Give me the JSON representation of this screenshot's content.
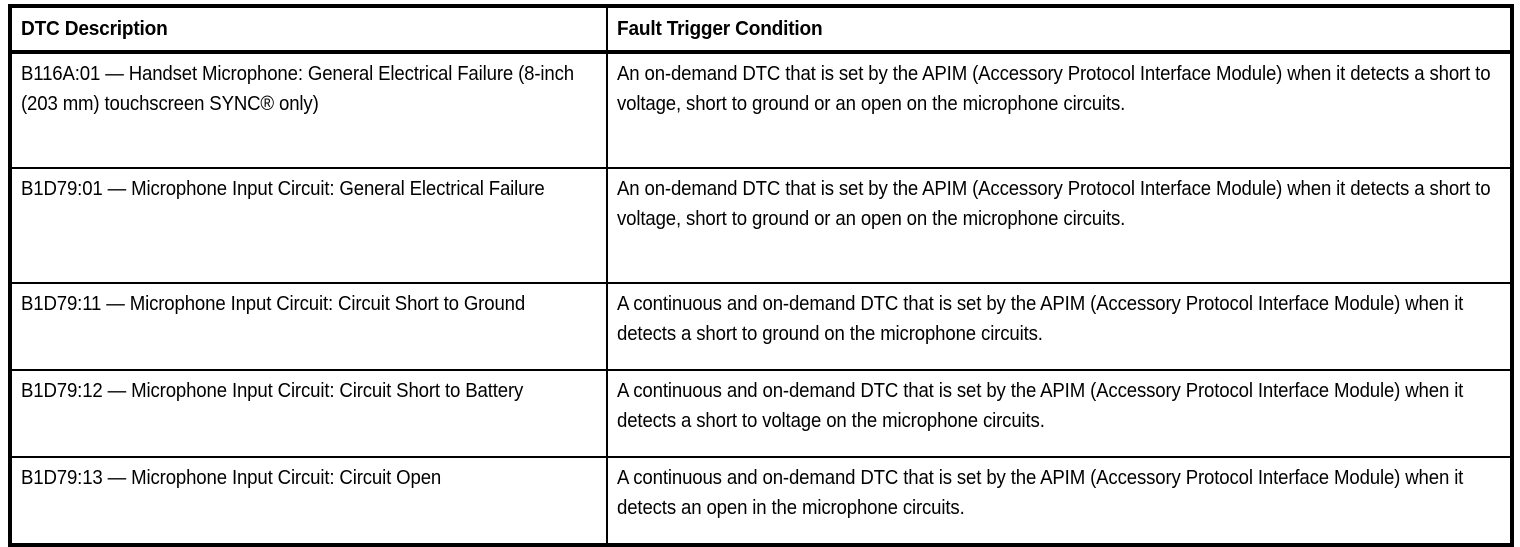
{
  "table": {
    "columns": [
      {
        "key": "dtc_description",
        "header": "DTC Description"
      },
      {
        "key": "fault_trigger_condition",
        "header": "Fault Trigger Condition"
      }
    ],
    "rows": [
      {
        "dtc_description": "B116A:01 — Handset Microphone: General Electrical Failure (8-inch (203 mm) touchscreen SYNC® only)",
        "fault_trigger_condition": "An on-demand DTC that is set by the APIM (Accessory Protocol Interface Module) when it detects a short to voltage, short to ground or an open on the microphone circuits."
      },
      {
        "dtc_description": "B1D79:01 — Microphone Input Circuit: General Electrical Failure",
        "fault_trigger_condition": "An on-demand DTC that is set by the APIM (Accessory Protocol Interface Module) when it detects a short to voltage, short to ground or an open on the microphone circuits."
      },
      {
        "dtc_description": "B1D79:11 — Microphone Input Circuit: Circuit Short to Ground",
        "fault_trigger_condition": "A continuous and on-demand DTC that is set by the APIM (Accessory Protocol Interface Module) when it detects a short to ground on the microphone circuits."
      },
      {
        "dtc_description": "B1D79:12 — Microphone Input Circuit: Circuit Short to Battery",
        "fault_trigger_condition": "A continuous and on-demand DTC that is set by the APIM (Accessory Protocol Interface Module) when it detects a short to voltage on the microphone circuits."
      },
      {
        "dtc_description": "B1D79:13 — Microphone Input Circuit: Circuit Open",
        "fault_trigger_condition": "A continuous and on-demand DTC that is set by the APIM (Accessory Protocol Interface Module) when it detects an open in the microphone circuits."
      }
    ]
  },
  "colors": {
    "border": "#000000",
    "text": "#000000",
    "background": "#ffffff"
  }
}
